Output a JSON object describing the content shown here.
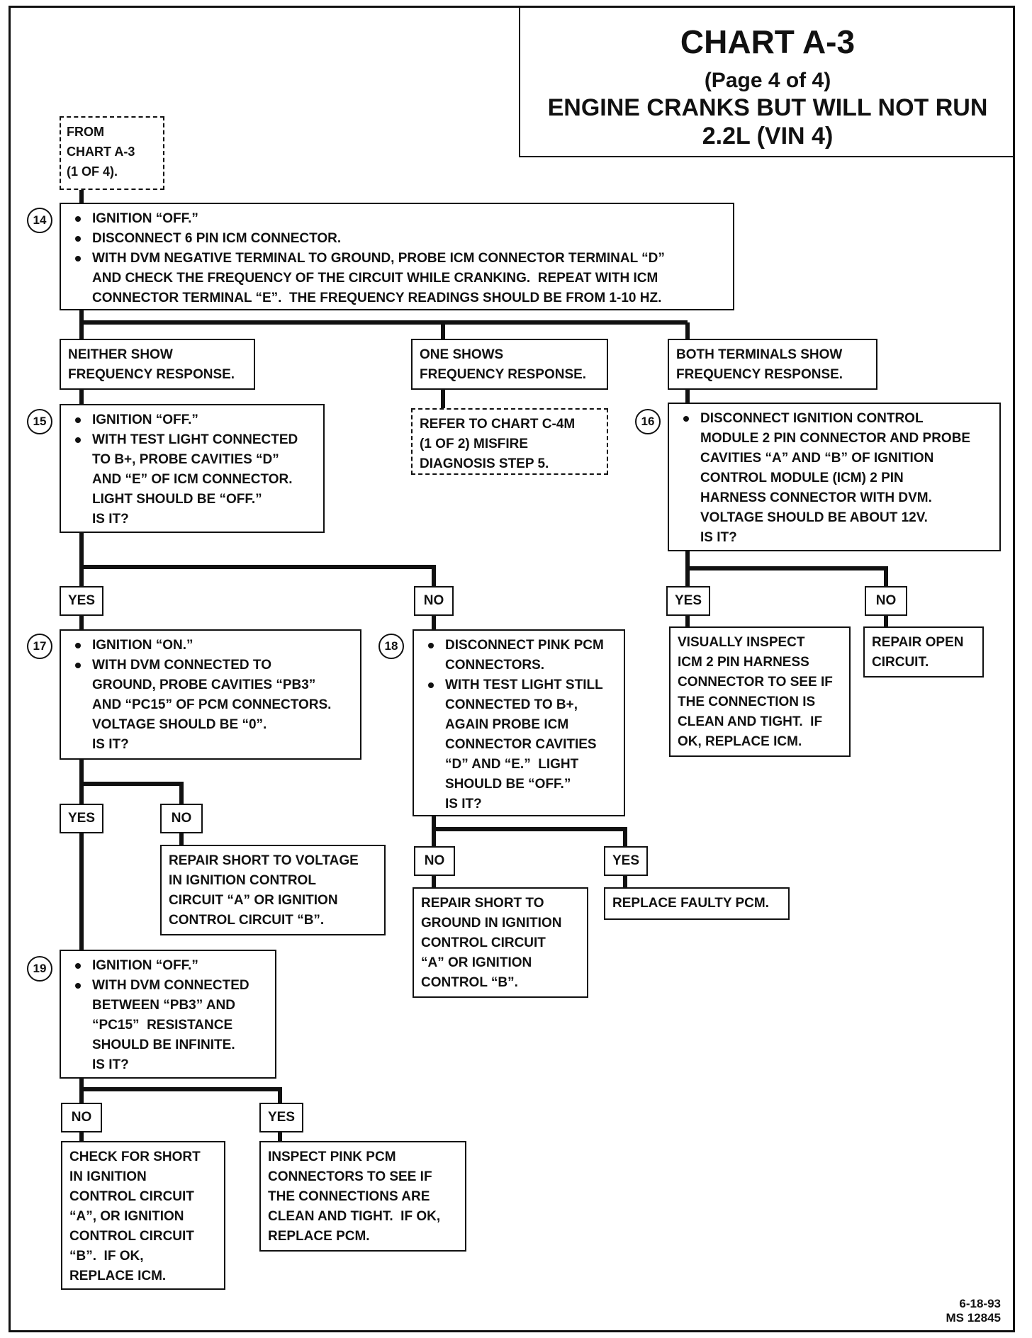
{
  "header": {
    "title": "CHART A-3",
    "page": "(Page 4 of 4)",
    "subtitle": "ENGINE CRANKS BUT WILL NOT RUN",
    "engine": "2.2L  (VIN 4)"
  },
  "from_box": [
    "FROM",
    "CHART A-3",
    "(1 OF 4)."
  ],
  "steps": {
    "s14": {
      "num": "14",
      "bullets": [
        [
          "IGNITION “OFF.”"
        ],
        [
          "DISCONNECT 6 PIN ICM CONNECTOR."
        ],
        [
          "WITH DVM NEGATIVE TERMINAL TO GROUND, PROBE ICM CONNECTOR TERMINAL “D”",
          "AND CHECK THE FREQUENCY OF THE CIRCUIT WHILE CRANKING.  REPEAT WITH ICM",
          "CONNECTOR TERMINAL “E”.  THE FREQUENCY READINGS SHOULD BE FROM 1-10 Hz."
        ]
      ]
    },
    "s15": {
      "num": "15",
      "bullets": [
        [
          "IGNITION “OFF.”"
        ],
        [
          "WITH TEST LIGHT CONNECTED",
          "TO B+, PROBE CAVITIES “D”",
          "AND “E” OF ICM CONNECTOR.",
          "LIGHT SHOULD BE “OFF.”"
        ]
      ],
      "question": "IS IT?"
    },
    "s16": {
      "num": "16",
      "bullets": [
        [
          "DISCONNECT IGNITION CONTROL",
          "MODULE 2 PIN CONNECTOR AND PROBE",
          "CAVITIES “A” AND “B” OF IGNITION",
          "CONTROL MODULE (ICM) 2 PIN",
          "HARNESS CONNECTOR WITH DVM.",
          "VOLTAGE SHOULD BE ABOUT 12V."
        ]
      ],
      "question": "IS IT?"
    },
    "s17": {
      "num": "17",
      "bullets": [
        [
          "IGNITION “ON.”"
        ],
        [
          "WITH DVM CONNECTED TO",
          "GROUND, PROBE CAVITIES “PB3”",
          "AND “PC15” OF PCM CONNECTORS.",
          "VOLTAGE SHOULD BE “0”."
        ]
      ],
      "question": "IS IT?"
    },
    "s18": {
      "num": "18",
      "bullets": [
        [
          "DISCONNECT PINK PCM",
          "CONNECTORS."
        ],
        [
          "WITH TEST LIGHT STILL",
          "CONNECTED TO B+,",
          "AGAIN PROBE ICM",
          "CONNECTOR CAVITIES",
          "“D” AND “E.”  LIGHT",
          "SHOULD BE “OFF.”"
        ]
      ],
      "question": "IS IT?"
    },
    "s19": {
      "num": "19",
      "bullets": [
        [
          "IGNITION “OFF.”"
        ],
        [
          "WITH DVM CONNECTED",
          "BETWEEN “PB3” AND",
          "“PC15”  RESISTANCE",
          "SHOULD BE INFINITE."
        ]
      ],
      "question": "IS IT?"
    }
  },
  "results": {
    "neither": [
      "NEITHER SHOW",
      "FREQUENCY RESPONSE."
    ],
    "one": [
      "ONE SHOWS",
      "FREQUENCY RESPONSE."
    ],
    "both": [
      "BOTH TERMINALS SHOW",
      "FREQUENCY RESPONSE."
    ],
    "refer_c4m": [
      "REFER TO CHART C-4M",
      "(1 OF 2) MISFIRE",
      "DIAGNOSIS STEP 5."
    ],
    "visually_inspect": [
      "VISUALLY INSPECT",
      "ICM 2 PIN HARNESS",
      "CONNECTOR TO SEE IF",
      "THE CONNECTION IS",
      "CLEAN AND TIGHT.  IF",
      "OK, REPLACE ICM."
    ],
    "repair_open": [
      "REPAIR OPEN",
      "CIRCUIT."
    ],
    "repair_short_voltage": [
      "REPAIR SHORT TO VOLTAGE",
      "IN IGNITION CONTROL",
      "CIRCUIT “A” OR IGNITION",
      "CONTROL CIRCUIT “B”."
    ],
    "repair_short_ground": [
      "REPAIR SHORT TO",
      "GROUND IN IGNITION",
      "CONTROL CIRCUIT",
      "“A” OR IGNITION",
      "CONTROL “B”."
    ],
    "replace_pcm": [
      "REPLACE FAULTY PCM."
    ],
    "check_short": [
      "CHECK FOR SHORT",
      "IN IGNITION",
      "CONTROL CIRCUIT",
      "“A”, OR IGNITION",
      "CONTROL CIRCUIT",
      "“B”.  IF OK,",
      "REPLACE ICM."
    ],
    "inspect_pink": [
      "INSPECT PINK PCM",
      "CONNECTORS TO SEE IF",
      "THE CONNECTIONS ARE",
      "CLEAN AND TIGHT.  IF OK,",
      "REPLACE PCM."
    ]
  },
  "labels": {
    "yes": "YES",
    "no": "NO"
  },
  "footer": {
    "date": "6-18-93",
    "code": "MS 12845"
  }
}
